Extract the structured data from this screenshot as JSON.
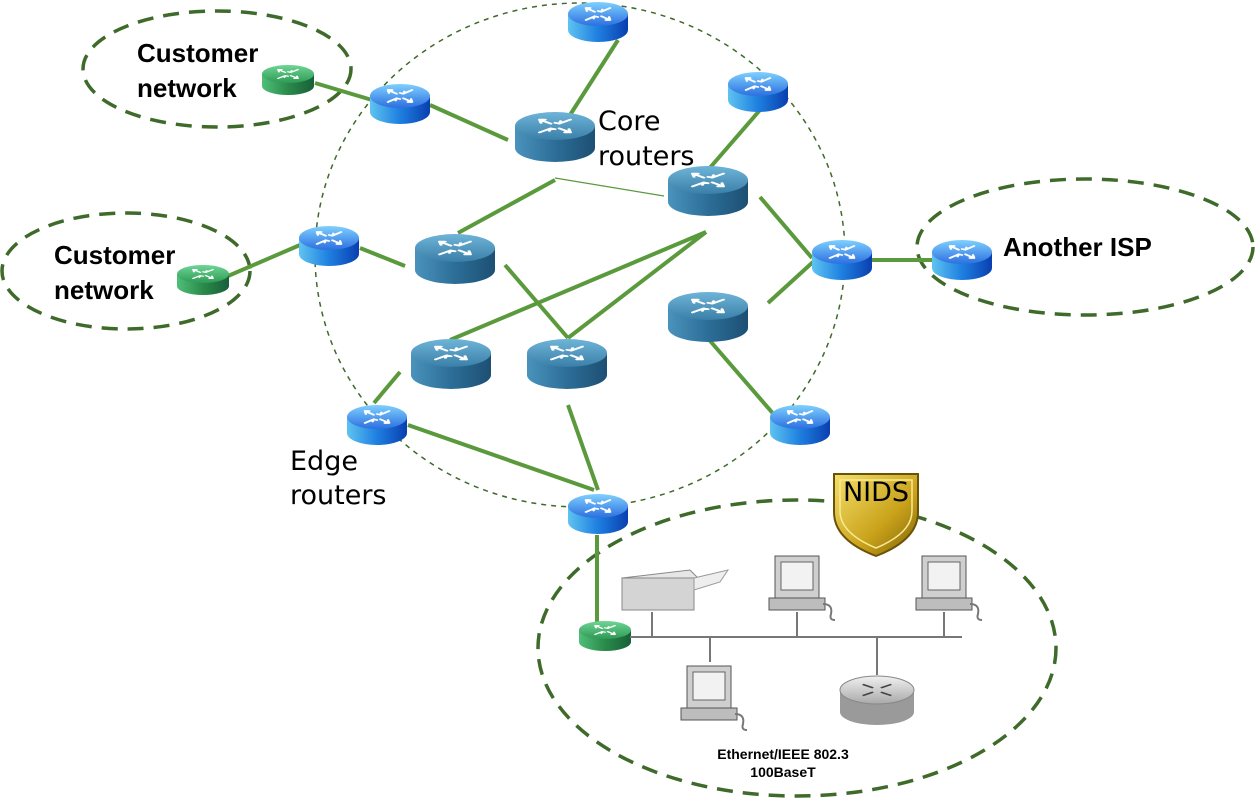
{
  "labels": {
    "customer_network_1_line1": "Customer",
    "customer_network_1_line2": "network",
    "customer_network_2_line1": "Customer",
    "customer_network_2_line2": "network",
    "core_routers_line1": "Core",
    "core_routers_line2": "routers",
    "edge_routers_line1": "Edge",
    "edge_routers_line2": "routers",
    "another_isp": "Another ISP",
    "nids": "NIDS",
    "lan_line1": "Ethernet/IEEE 802.3",
    "lan_line2": "100BaseT"
  },
  "colors": {
    "link": "#5a9a3c",
    "dashed_region": "#3e6a2a",
    "edge_router": "#3a7de0",
    "core_router": "#3a7fa8",
    "customer_router": "#2e9a55",
    "nids_shield": "#c9a21a"
  },
  "icons": {
    "edge_router": "router-icon",
    "core_router": "router-icon",
    "customer_router": "router-icon",
    "nids": "shield-icon",
    "printer": "printer-icon",
    "workstation": "workstation-icon",
    "gray_router": "router-icon"
  }
}
